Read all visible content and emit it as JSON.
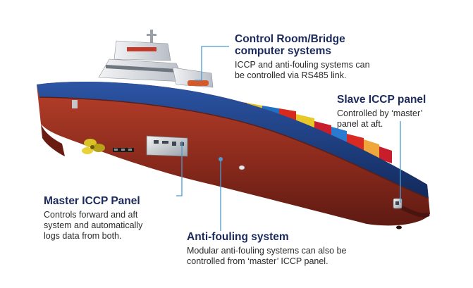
{
  "callouts": {
    "bridge": {
      "title": "Control Room/Bridge\ncomputer systems",
      "desc": "ICCP and anti-fouling systems can\nbe controlled via RS485 link."
    },
    "slave": {
      "title": "Slave ICCP panel",
      "desc": "Controlled by ‘master’\npanel at aft."
    },
    "master": {
      "title": "Master ICCP Panel",
      "desc": "Controls forward and aft\nsystem and automatically\nlogs data from both."
    },
    "anti": {
      "title": "Anti-fouling system",
      "desc": "Modular anti-fouling systems can also be\ncontrolled from ‘master’ ICCP panel."
    }
  },
  "colors": {
    "hull": "#8a2a1c",
    "deck_band": "#1d3a78",
    "title_text": "#1b2a5c",
    "leader_line": "#4a9bd1",
    "propeller": "#d8c227"
  }
}
